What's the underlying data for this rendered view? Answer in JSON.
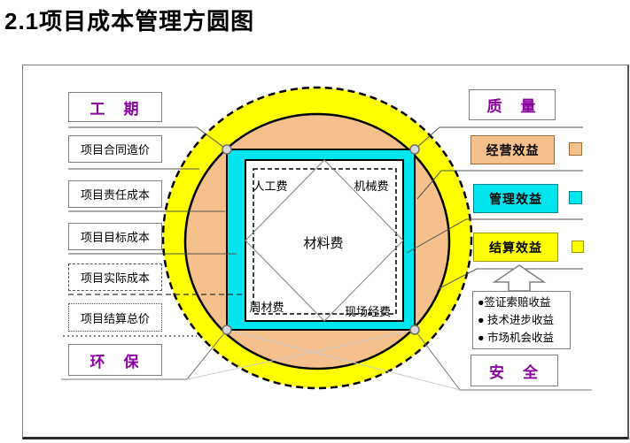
{
  "title": "2.1项目成本管理方圆图",
  "left_panel": {
    "duration": "工　期",
    "items": [
      {
        "label": "项目合同造价"
      },
      {
        "label": "项目责任成本"
      },
      {
        "label": "项目目标成本"
      },
      {
        "label": "项目实际成本"
      },
      {
        "label": "项目结算总价"
      }
    ],
    "environment": "环　保"
  },
  "right_panel": {
    "quality": "质　量",
    "benefits": [
      {
        "label": "经营效益",
        "color": "#F5C08C"
      },
      {
        "label": "管理效益",
        "color": "#00E5EE"
      },
      {
        "label": "结算效益",
        "color": "#FFFF00"
      }
    ],
    "income_list": [
      "●签证索赔收益",
      "● 技术进步收益",
      "● 市场机会收益"
    ],
    "safety": "安　全"
  },
  "square": {
    "top_left": "人工费",
    "top_right": "机械费",
    "center": "材料费",
    "bottom_left": "周材费",
    "bottom_right": "现场经费"
  },
  "colors": {
    "outer_ring": "#FFFF00",
    "inner_circle": "#F5C08C",
    "square_frame": "#00E5EE",
    "category_text": "#8A00A0"
  }
}
